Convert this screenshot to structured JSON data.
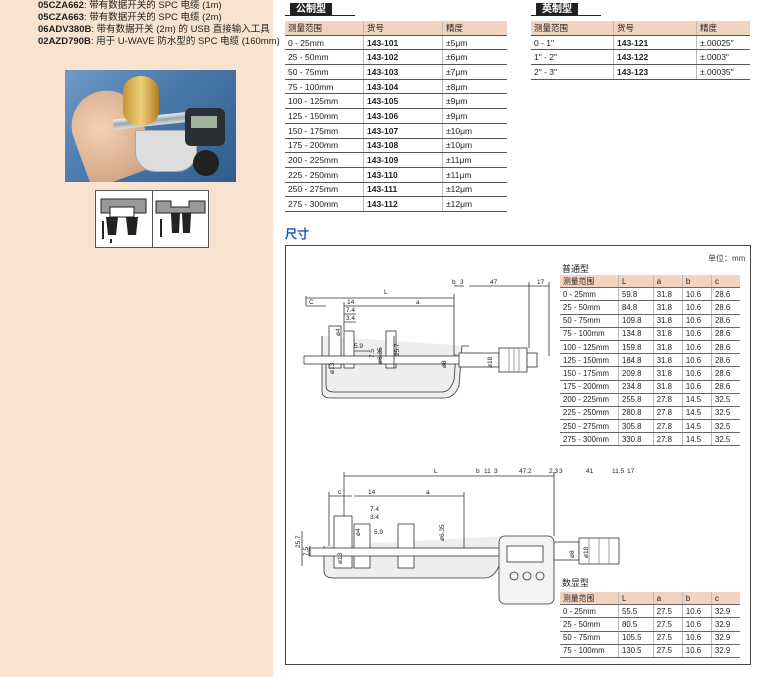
{
  "accessories": [
    {
      "code": "05CZA662",
      "desc": "带有数据开关的 SPC 电缆 (1m)"
    },
    {
      "code": "05CZA663",
      "desc": "带有数据开关的 SPC 电缆 (2m)"
    },
    {
      "code": "06ADV380B",
      "desc": "带有数据开关 (2m) 的 USB 直接输入工具"
    },
    {
      "code": "02AZD790B",
      "desc": "用于 U-WAVE 防水型的 SPC 电缆 (160mm)"
    }
  ],
  "metric": {
    "tag": "公制型",
    "headers": [
      "测量范围",
      "货号",
      "精度"
    ],
    "rows": [
      [
        "0 - 25mm",
        "143-101",
        "±5μm"
      ],
      [
        "25 - 50mm",
        "143-102",
        "±6μm"
      ],
      [
        "50 - 75mm",
        "143-103",
        "±7μm"
      ],
      [
        "75 - 100mm",
        "143-104",
        "±8μm"
      ],
      [
        "100 - 125mm",
        "143-105",
        "±9μm"
      ],
      [
        "125 - 150mm",
        "143-106",
        "±9μm"
      ],
      [
        "150 - 175mm",
        "143-107",
        "±10μm"
      ],
      [
        "175 - 200mm",
        "143-108",
        "±10μm"
      ],
      [
        "200 - 225mm",
        "143-109",
        "±11μm"
      ],
      [
        "225 - 250mm",
        "143-110",
        "±11μm"
      ],
      [
        "250 - 275mm",
        "143-111",
        "±12μm"
      ],
      [
        "275 - 300mm",
        "143-112",
        "±12μm"
      ]
    ]
  },
  "inch": {
    "tag": "英制型",
    "headers": [
      "测量范围",
      "货号",
      "精度"
    ],
    "rows": [
      [
        "0 - 1\"",
        "143-121",
        "±.00025\""
      ],
      [
        "1\" - 2\"",
        "143-122",
        "±.0003\""
      ],
      [
        "2\" - 3\"",
        "143-123",
        "±.00035\""
      ]
    ]
  },
  "dimensions": {
    "title": "尺寸",
    "unit": "单位：mm",
    "standard": {
      "label": "普通型",
      "headers": [
        "测量范围",
        "L",
        "a",
        "b",
        "c"
      ],
      "rows": [
        [
          "0 - 25mm",
          "59.8",
          "31.8",
          "10.6",
          "28.6"
        ],
        [
          "25 - 50mm",
          "84.8",
          "31.8",
          "10.6",
          "28.6"
        ],
        [
          "50 - 75mm",
          "109.8",
          "31.8",
          "10.6",
          "28.6"
        ],
        [
          "75 - 100mm",
          "134.8",
          "31.8",
          "10.6",
          "28.6"
        ],
        [
          "100 - 125mm",
          "159.8",
          "31.8",
          "10.6",
          "28.6"
        ],
        [
          "125 - 150mm",
          "184.8",
          "31.8",
          "10.6",
          "28.6"
        ],
        [
          "150 - 175mm",
          "209.8",
          "31.8",
          "10.6",
          "28.6"
        ],
        [
          "175 - 200mm",
          "234.8",
          "31.8",
          "10.6",
          "28.6"
        ],
        [
          "200 - 225mm",
          "255.8",
          "27.8",
          "14.5",
          "32.5"
        ],
        [
          "225 - 250mm",
          "280.8",
          "27.8",
          "14.5",
          "32.5"
        ],
        [
          "250 - 275mm",
          "305.8",
          "27.8",
          "14.5",
          "32.5"
        ],
        [
          "275 - 300mm",
          "330.8",
          "27.8",
          "14.5",
          "32.5"
        ]
      ]
    },
    "digital": {
      "label": "数显型",
      "headers": [
        "测量范围",
        "L",
        "a",
        "b",
        "c"
      ],
      "rows": [
        [
          "0 - 25mm",
          "55.5",
          "27.5",
          "10.6",
          "32.9"
        ],
        [
          "25 - 50mm",
          "80.5",
          "27.5",
          "10.6",
          "32.9"
        ],
        [
          "50 - 75mm",
          "105.5",
          "27.5",
          "10.6",
          "32.9"
        ],
        [
          "75 - 100mm",
          "130.5",
          "27.5",
          "10.6",
          "32.9"
        ]
      ]
    },
    "drawing1_labels": [
      "C",
      "L",
      "b",
      "3",
      "47",
      "17",
      "14",
      "a",
      "7.4",
      "3.4",
      "ø4",
      "5.9",
      "ø13",
      "ø6.35",
      "7.5",
      "25.7",
      "ø8",
      "ø18"
    ],
    "drawing2_labels": [
      "L",
      "b",
      "11",
      "3",
      "47.2",
      "2.3",
      "3",
      "41",
      "11.5",
      "17",
      "c",
      "14",
      "a",
      "7.4",
      "3.4",
      "ø4",
      "5.9",
      "ø13",
      "ø6.35",
      "25.7",
      "7.5",
      "ø8",
      "ø18"
    ]
  }
}
